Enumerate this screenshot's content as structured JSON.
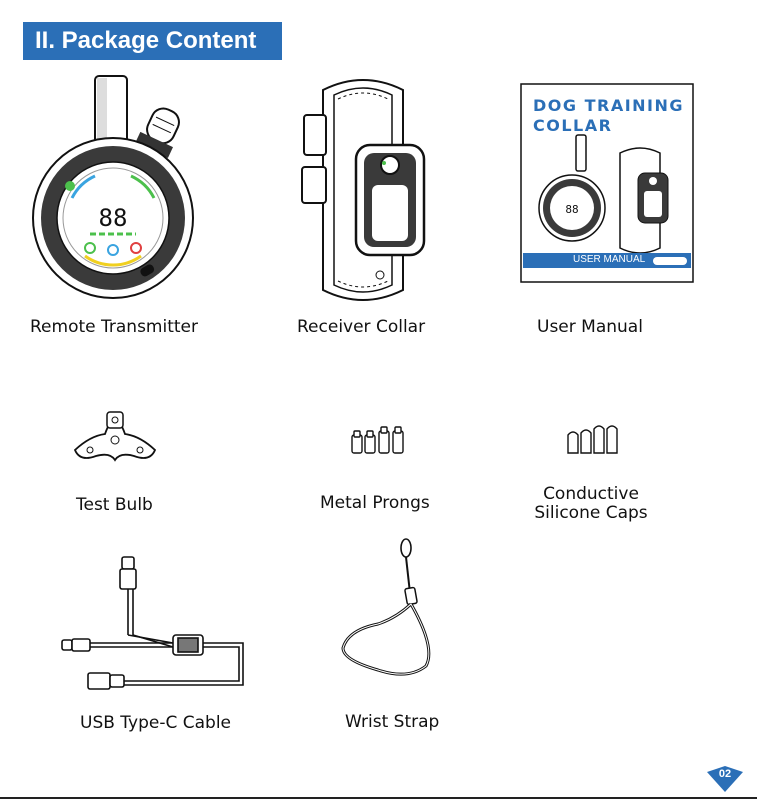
{
  "header": {
    "title": "II. Package Content",
    "color": "#2b6fb7"
  },
  "items": [
    {
      "label": "Remote Transmitter"
    },
    {
      "label": "Receiver Collar"
    },
    {
      "label": "User Manual"
    },
    {
      "label": "Test Bulb"
    },
    {
      "label": "Metal Prongs"
    },
    {
      "label_line1": "Conductive",
      "label_line2": "Silicone Caps"
    },
    {
      "label": "USB Type-C Cable"
    },
    {
      "label": "Wrist Strap"
    }
  ],
  "manual": {
    "title_line1": "DOG TRAINING",
    "title_line2": "COLLAR",
    "footer": "USER MANUAL",
    "transmitter_display": "88"
  },
  "transmitter": {
    "display": "88"
  },
  "page_number": "02"
}
